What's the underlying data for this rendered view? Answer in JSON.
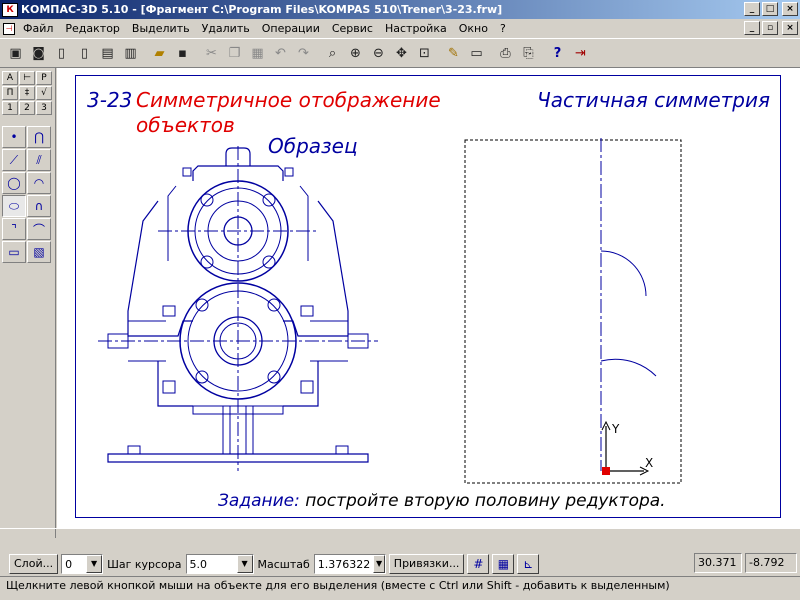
{
  "window": {
    "title": "КОМПАС-3D 5.10 - [Фрагмент C:\\Program Files\\KOMPAS 510\\Trener\\3-23.frw]",
    "icon_text": "К"
  },
  "menu": [
    "Файл",
    "Редактор",
    "Выделить",
    "Удалить",
    "Операции",
    "Сервис",
    "Настройка",
    "Окно",
    "?"
  ],
  "toolbar": [
    "new-sheet-icon",
    "open-model-icon",
    "new-document-icon",
    "new-fragment-icon",
    "new-spec-icon",
    "new-text-icon",
    "open-folder-icon",
    "save-icon",
    "cut-icon",
    "copy-icon",
    "paste-icon",
    "undo-icon",
    "redo-icon",
    "zoom-window-icon",
    "zoom-in-icon",
    "zoom-out-icon",
    "pan-icon",
    "zoom-all-icon",
    "refresh-icon",
    "view-manager-icon",
    "print-preview-icon",
    "print-icon",
    "help-icon",
    "exit-icon"
  ],
  "left_small": [
    "А",
    "⊢",
    "Р",
    "П",
    "‡",
    "√",
    "1",
    "2",
    "3"
  ],
  "left_tools": [
    "point-icon",
    "spline-icon",
    "line-icon",
    "parallel-line-icon",
    "circle-icon",
    "arc-icon",
    "ellipse-icon",
    "curve-icon",
    "chamfer-icon",
    "fillet-icon",
    "rectangle-icon",
    "hatch-icon"
  ],
  "drawing": {
    "number": "3-23",
    "title_line1": "Симметричное отображение",
    "title_line2": "объектов",
    "sample_label": "Образец",
    "partial_label": "Частичная симметрия",
    "task_label": "Задание:",
    "task_text": "постройте вторую половину редуктора.",
    "axis_x": "X",
    "axis_y": "Y",
    "colors": {
      "lines": "#0000a0",
      "title": "#e00000",
      "axes": "#000000"
    }
  },
  "propbar": {
    "layer_btn": "Слой...",
    "layer_value": "0",
    "step_label": "Шаг курсора",
    "step_value": "5.0",
    "scale_label": "Масштаб",
    "scale_value": "1.376322",
    "snaps_btn": "Привязки...",
    "x": "30.371",
    "y": "-8.792"
  },
  "status": "Щелкните левой кнопкой мыши на объекте для его выделения (вместе с Ctrl или Shift - добавить к выделенным)"
}
